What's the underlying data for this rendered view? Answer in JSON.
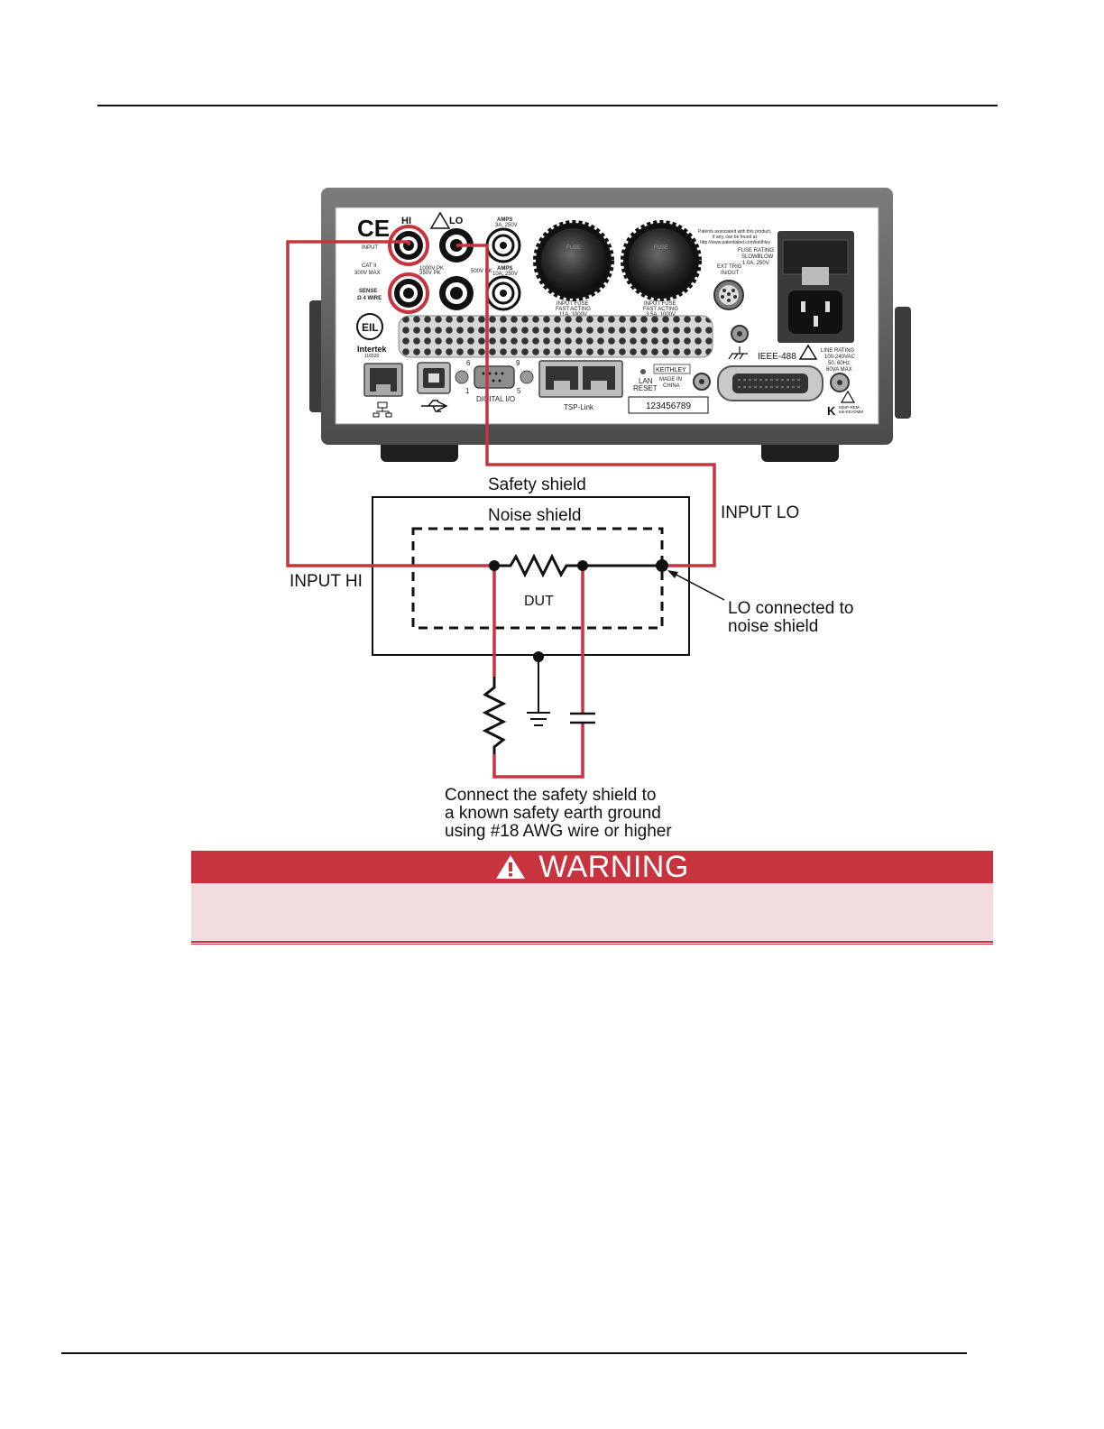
{
  "panel": {
    "hi": "HI",
    "lo": "LO",
    "input": "INPUT",
    "cat": "CAT II",
    "max": "300V MAX",
    "sense": "SENSE",
    "four_wire": "Ω 4 WIRE",
    "pk1": "1000V PK",
    "pk2": "350V PK",
    "pk3": "500V PK",
    "amps1_title": "AMPS",
    "amps1_rating": "3A, 250V",
    "amps2_title": "AMPS",
    "amps2_rating": "10A, 250V",
    "fuse1_l1": "INPUT FUSE",
    "fuse1_l2": "FAST ACTING",
    "fuse1_l3": "11A, 1000V",
    "fuse2_l1": "INPUT FUSE",
    "fuse2_l2": "FAST ACTING",
    "fuse2_l3": "3.5A, 1000V",
    "fuse_cap": "FUSE",
    "patents_l1": "Patents associated with this product,",
    "patents_l2": "if any, can be found at:",
    "patents_l3": "http://www.patentlabel.com/keithley",
    "fuse_rating_l1": "FUSE RATING",
    "fuse_rating_l2": "SLOWBLOW",
    "fuse_rating_l3": "1.0A, 250V",
    "ext_trig_l1": "EXT TRIG",
    "ext_trig_l2": "IN/OUT",
    "intertek": "Intertek",
    "intertek_num": "116520",
    "ieee": "IEEE-488",
    "line_rating_l1": "LINE RATING",
    "line_rating_l2": "100-240VAC",
    "line_rating_l3": "50, 60Hz",
    "line_rating_l4": "60VA MAX",
    "digital_io": "DIGITAL I/O",
    "pin6": "6",
    "pin9": "9",
    "pin1": "1",
    "pin5": "5",
    "tsp_link": "TSP-Link",
    "lan_l1": "LAN",
    "lan_l2": "RESET",
    "keithley": "KEITHLEY",
    "made_in_l1": "MADE IN",
    "made_in_l2": "CHINA",
    "serial": "123456789",
    "kc_l1": "MSIP-REM-",
    "kc_l2": "tek-KEI-DMM"
  },
  "labels": {
    "safety_shield": "Safety shield",
    "noise_shield": "Noise shield",
    "input_lo": "INPUT LO",
    "input_hi": "INPUT HI",
    "dut": "DUT",
    "lo_connected_l1": "LO connected to",
    "lo_connected_l2": "noise shield",
    "connect_l1": "Connect the safety shield to",
    "connect_l2": "a known safety earth ground",
    "connect_l3": "using #18 AWG wire or higher"
  },
  "warning": {
    "title": "WARNING",
    "body": ""
  },
  "colors": {
    "wire": "#c8343e",
    "warning_header": "#c8343e",
    "warning_body": "#f2dcdd"
  }
}
